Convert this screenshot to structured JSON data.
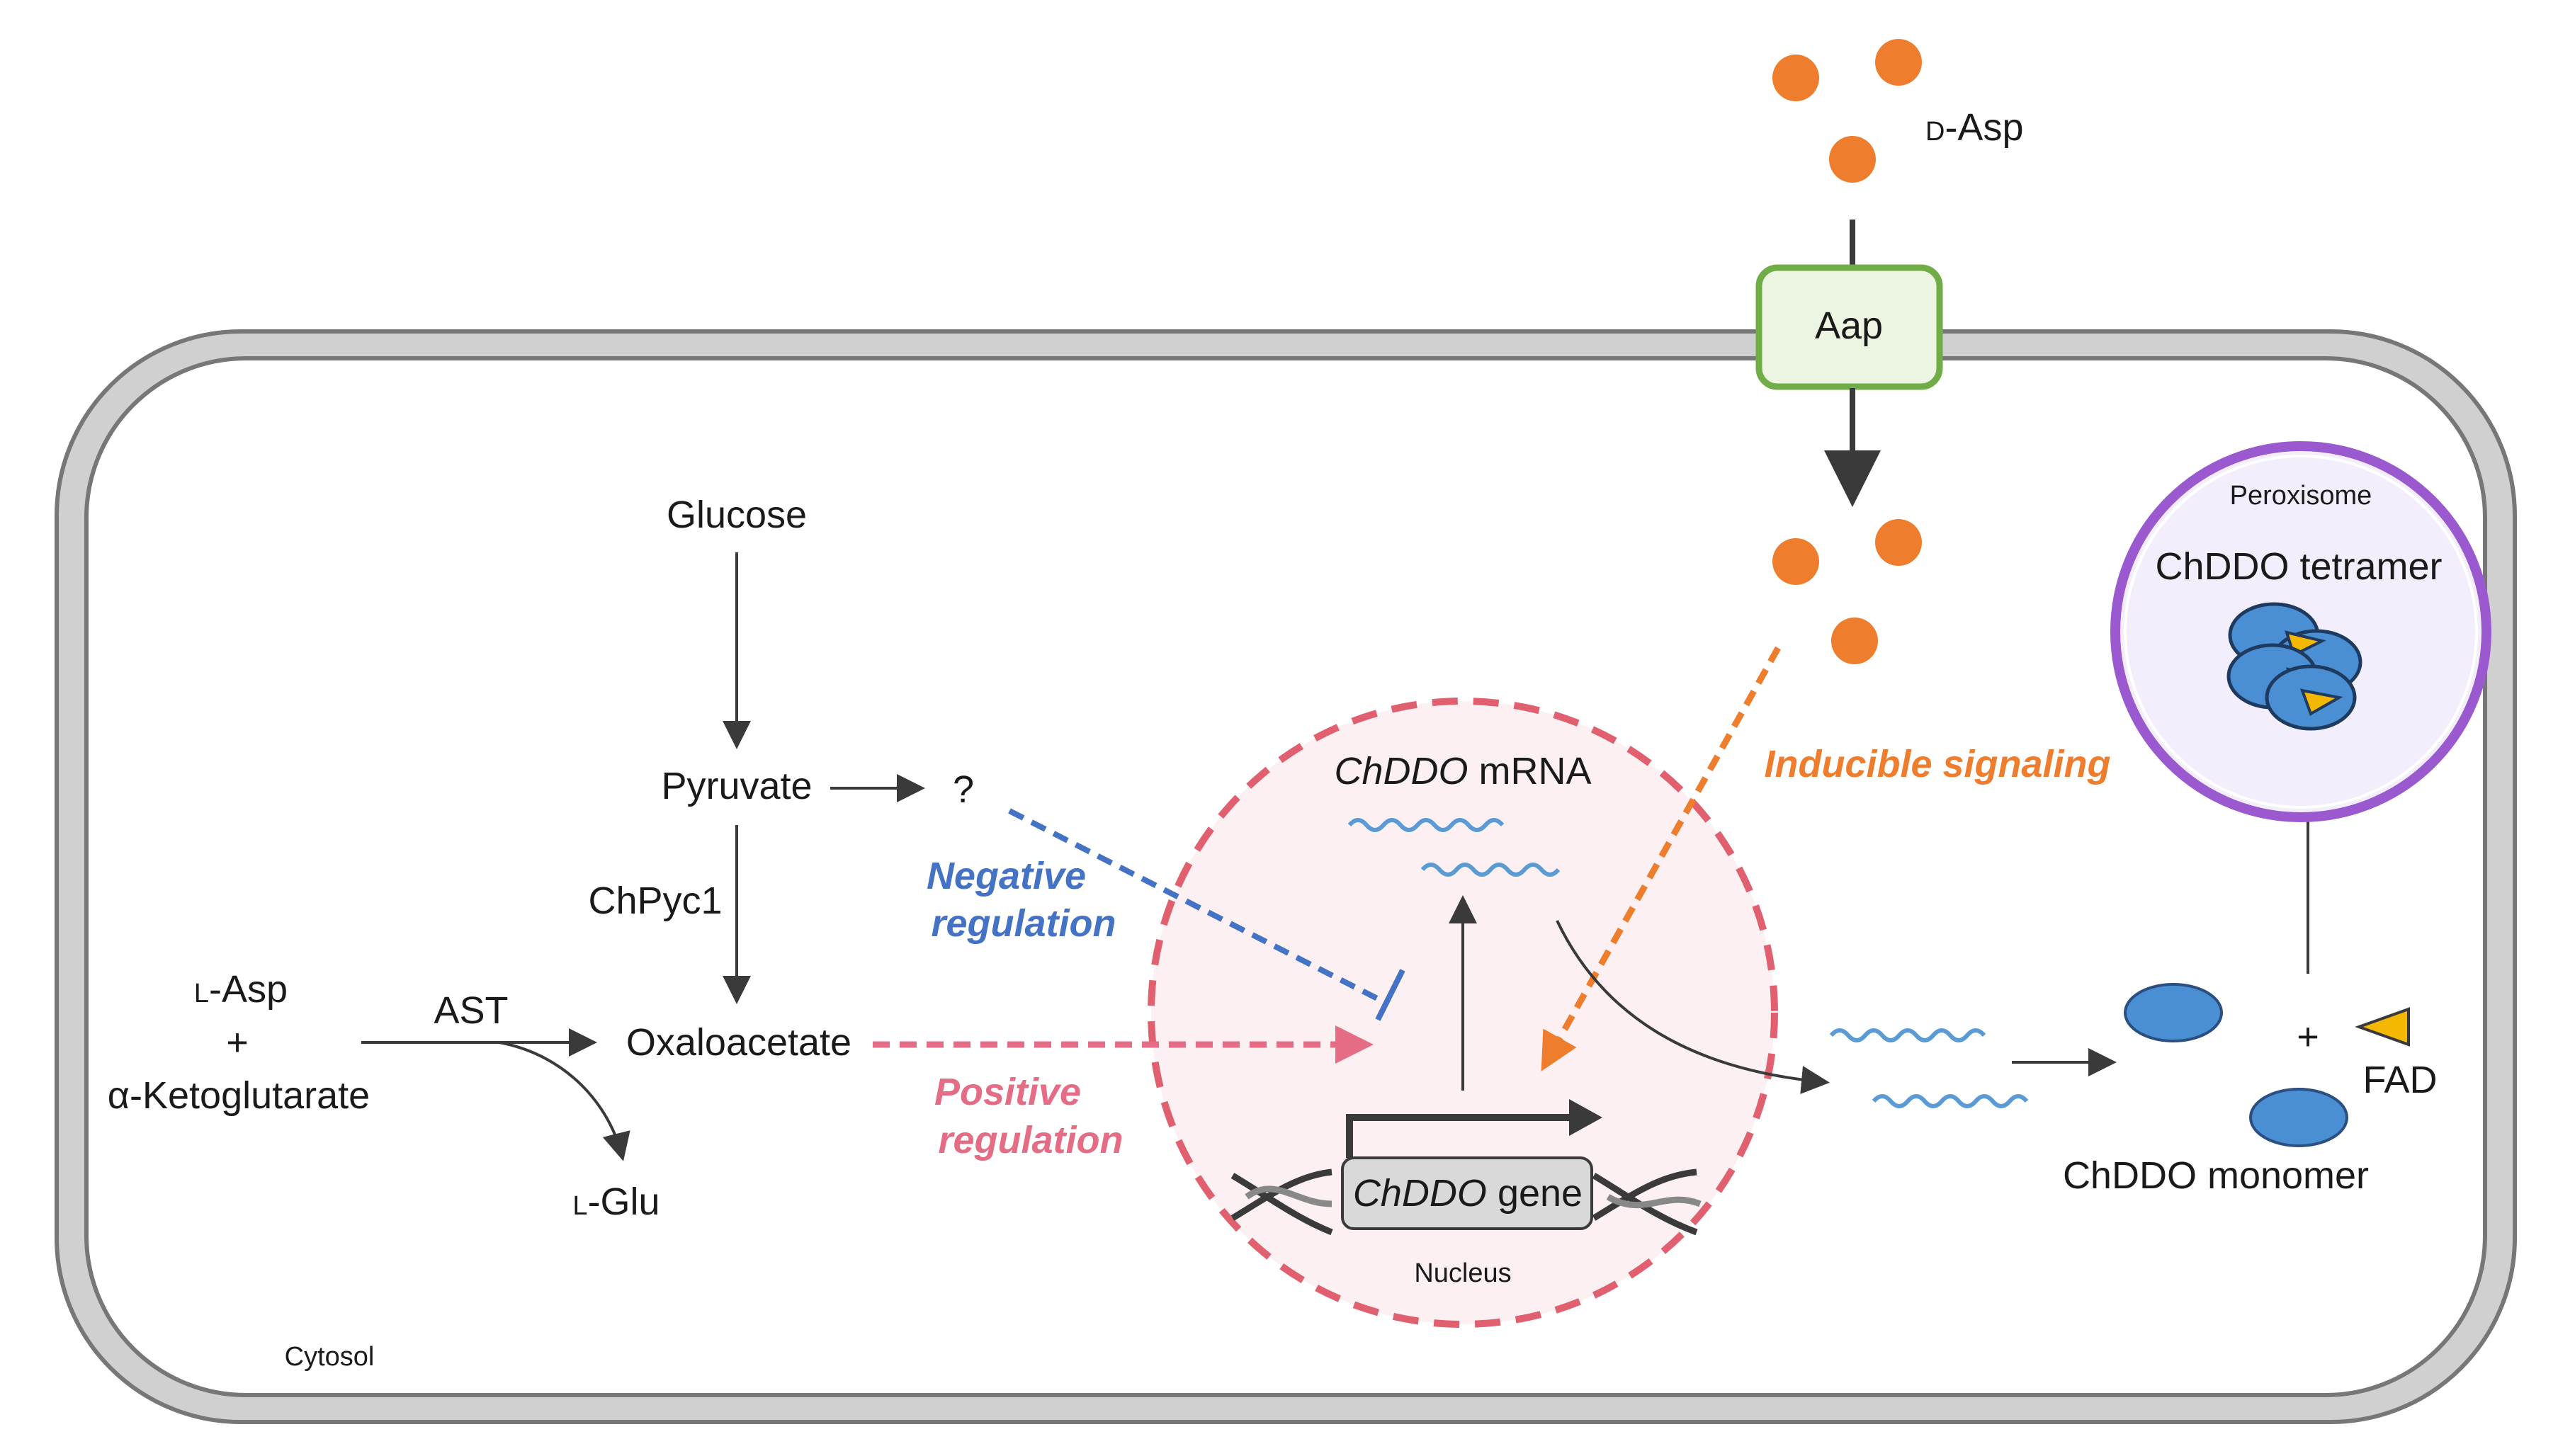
{
  "colors": {
    "membrane": "#d0d0d0",
    "membrane_stroke": "#777777",
    "dot": "#ee7d2e",
    "aap_fill": "#ebf5e2",
    "aap_stroke": "#70ad47",
    "nucleus_fill": "#fdf0f2",
    "nucleus_stroke": "#e06070",
    "negative": "#4472c4",
    "positive": "#e46c84",
    "inducible": "#ee7d2e",
    "mrna": "#5b9bd5",
    "protein": "#4a8fd4",
    "fad": "#f5b800",
    "perox_fill": "#f3eefc",
    "perox_stroke": "#9b59d0",
    "arrow": "#3a3a3a"
  },
  "labels": {
    "d_asp_prefix": "D",
    "d_asp_suffix": "-Asp",
    "aap": "Aap",
    "glucose": "Glucose",
    "pyruvate": "Pyruvate",
    "question": "?",
    "chpyc1": "ChPyc1",
    "l_asp_prefix": "L",
    "l_asp_suffix": "-Asp",
    "plus": "+",
    "akg": "α-Ketoglutarate",
    "ast": "AST",
    "oxaloacetate": "Oxaloacetate",
    "l_glu_prefix": "L",
    "l_glu_suffix": "-Glu",
    "negative_line1": "Negative",
    "negative_line2": "regulation",
    "positive_line1": "Positive",
    "positive_line2": "regulation",
    "inducible": "Inducible signaling",
    "mrna_gene": "ChDDO",
    "mrna_word": " mRNA",
    "gene_name": "ChDDO",
    "gene_word": " gene",
    "nucleus": "Nucleus",
    "peroxisome": "Peroxisome",
    "tetramer": "ChDDO tetramer",
    "plus2": "+",
    "fad": "FAD",
    "monomer": "ChDDO monomer",
    "cytosol": "Cytosol"
  },
  "icons": [
    "d-asp-molecule",
    "transporter",
    "mrna-wave",
    "protein-monomer",
    "fad-triangle",
    "dna-double-helix",
    "promoter-arrow"
  ]
}
